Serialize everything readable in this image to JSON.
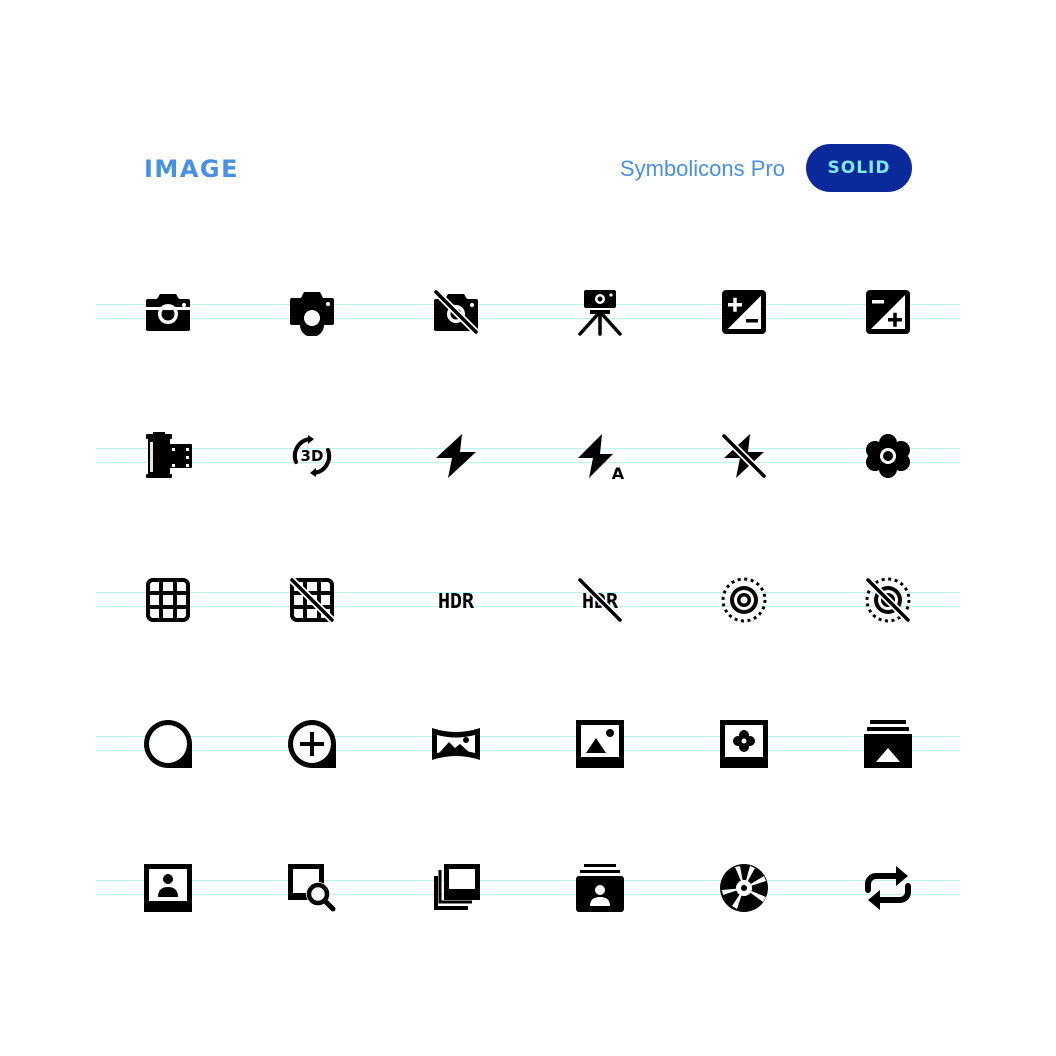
{
  "header": {
    "title": "IMAGE",
    "brand": "Symbolicons Pro",
    "badge": "SOLID"
  },
  "colors": {
    "title": "#4a90e2",
    "brand": "#4a90e2",
    "badge_bg": "#0a2a9c",
    "badge_text": "#7ee8f5",
    "guide": "#b8f3ef",
    "icon": "#000000"
  },
  "rows": [
    [
      "camera-icon",
      "camera-alt-icon",
      "camera-off-icon",
      "tripod-camera-icon",
      "exposure-plus-minus-icon",
      "exposure-alt-icon"
    ],
    [
      "film-roll-icon",
      "rotate-3d-icon",
      "flash-icon",
      "flash-auto-icon",
      "flash-off-icon",
      "flower-macro-icon"
    ],
    [
      "grid-icon",
      "grid-off-icon",
      "hdr-icon",
      "hdr-off-icon",
      "focus-target-icon",
      "focus-target-off-icon"
    ],
    [
      "crop-circle-icon",
      "zoom-in-crop-icon",
      "panorama-icon",
      "image-photo-icon",
      "image-flower-icon",
      "image-stack-icon"
    ],
    [
      "portrait-photo-icon",
      "image-search-icon",
      "photo-library-icon",
      "contact-stack-icon",
      "aperture-icon",
      "repeat-icon"
    ]
  ]
}
